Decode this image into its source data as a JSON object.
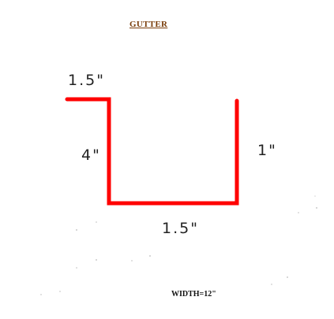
{
  "diagram": {
    "title": "GUTTER",
    "stroke_color": "#ff0000",
    "dimensions": {
      "top_flange": "1.5\"",
      "left_side": "4\"",
      "bottom": "1.5\"",
      "right_side": "1\""
    },
    "width_note": "WIDTH=12\""
  }
}
